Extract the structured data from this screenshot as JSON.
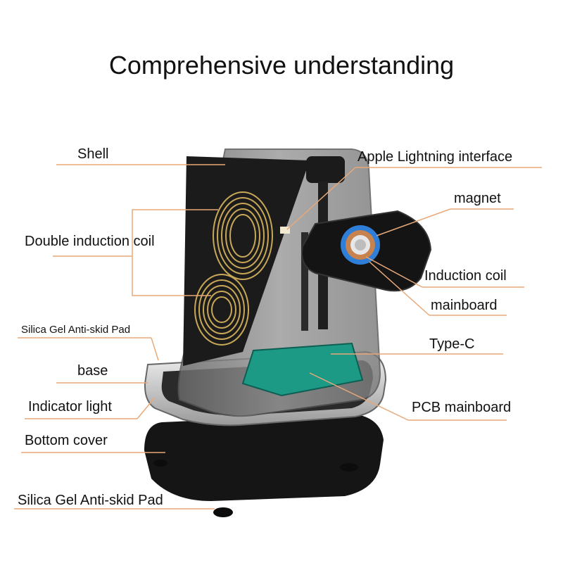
{
  "title": "Comprehensive understanding",
  "labels": {
    "shell": "Shell",
    "double_induction_coil": "Double induction coil",
    "silica_gel_pad_top": "Silica Gel Anti-skid Pad",
    "base": "base",
    "indicator_light": "Indicator light",
    "bottom_cover": "Bottom cover",
    "silica_gel_pad_bottom": "Silica Gel Anti-skid Pad",
    "apple_lightning": "Apple Lightning interface",
    "magnet": "magnet",
    "induction_coil": "Induction coil",
    "mainboard": "mainboard",
    "type_c": "Type-C",
    "pcb_mainboard": "PCB mainboard"
  },
  "colors": {
    "leader_line": "#e8a878",
    "coil": "#c8a858",
    "pcb": "#1c9a86",
    "shell": "#8a8a8a",
    "magnet_ring": "#2f7fd8"
  }
}
